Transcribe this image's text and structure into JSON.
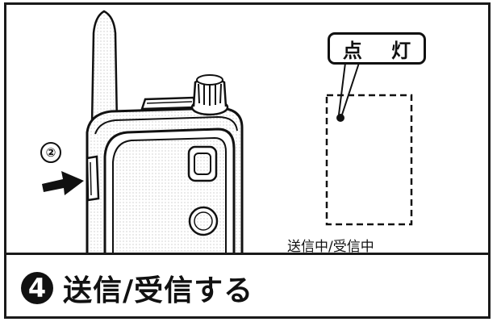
{
  "lamp_label": "点 灯",
  "step_marker": "②",
  "indicator_caption": "送信中/受信中",
  "heading": {
    "step_number": "4",
    "title": "送信/受信する"
  },
  "colors": {
    "ink": "#111111",
    "paper": "#ffffff",
    "stipple": "#d9d9d9"
  }
}
